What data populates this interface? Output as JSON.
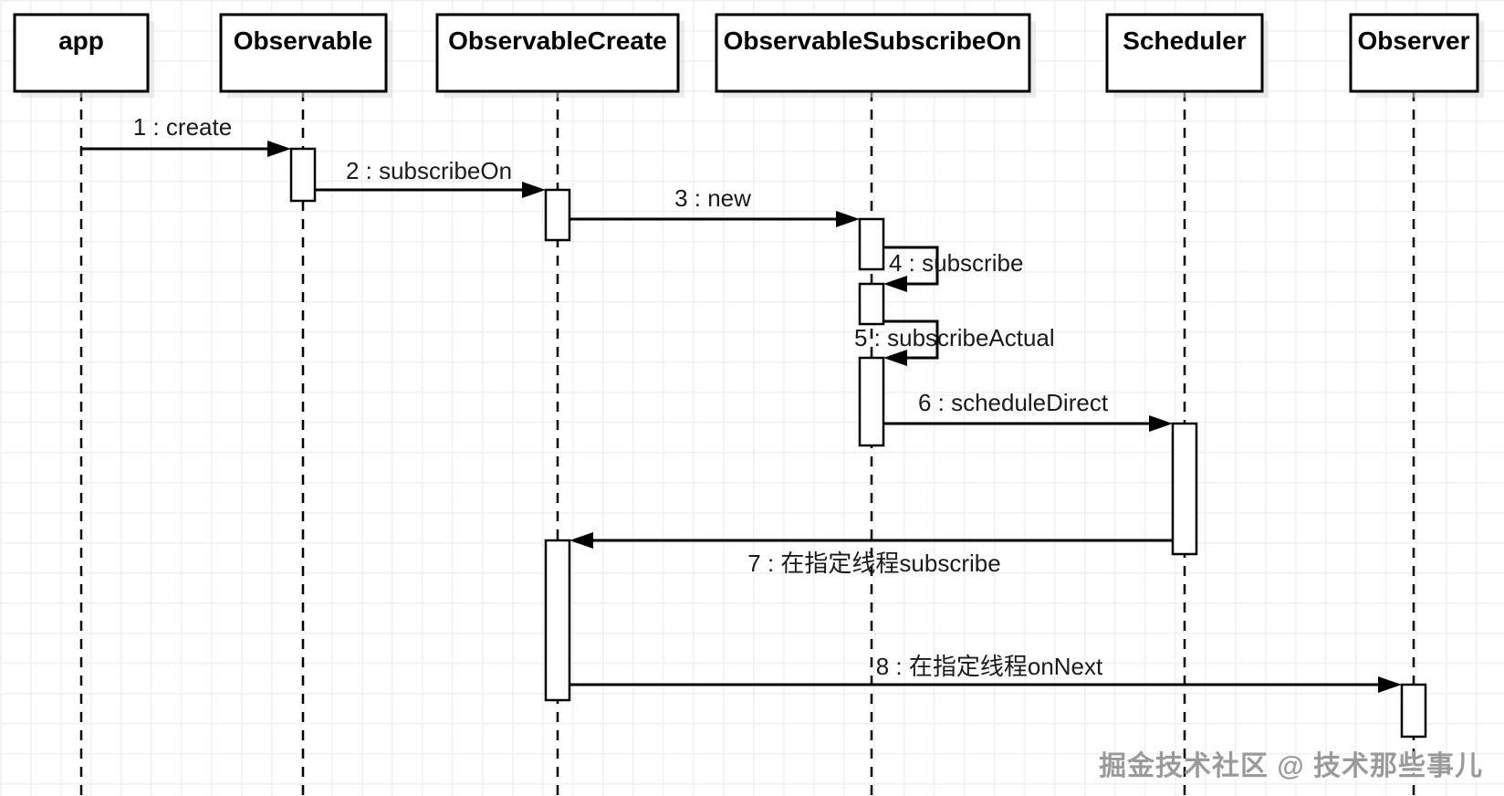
{
  "diagram": {
    "type": "uml-sequence-diagram",
    "participants": [
      {
        "label": "app"
      },
      {
        "label": "Observable"
      },
      {
        "label": "ObservableCreate"
      },
      {
        "label": "ObservableSubscribeOn"
      },
      {
        "label": "Scheduler"
      },
      {
        "label": "Observer"
      }
    ],
    "messages": [
      {
        "label": "1 : create",
        "from": "app",
        "to": "Observable",
        "self": false
      },
      {
        "label": "2 : subscribeOn",
        "from": "Observable",
        "to": "ObservableCreate",
        "self": false
      },
      {
        "label": "3 : new",
        "from": "ObservableCreate",
        "to": "ObservableSubscribeOn",
        "self": false
      },
      {
        "label": "4 : subscribe",
        "from": "ObservableSubscribeOn",
        "to": "ObservableSubscribeOn",
        "self": true
      },
      {
        "label": "5 : subscribeActual",
        "from": "ObservableSubscribeOn",
        "to": "ObservableSubscribeOn",
        "self": true
      },
      {
        "label": "6 : scheduleDirect",
        "from": "ObservableSubscribeOn",
        "to": "Scheduler",
        "self": false
      },
      {
        "label": "7 : 在指定线程subscribe",
        "from": "Scheduler",
        "to": "ObservableCreate",
        "self": false
      },
      {
        "label": "8 : 在指定线程onNext",
        "from": "ObservableCreate",
        "to": "Observer",
        "self": false
      }
    ],
    "watermark": "掘金技术社区 @ 技术那些事儿"
  }
}
